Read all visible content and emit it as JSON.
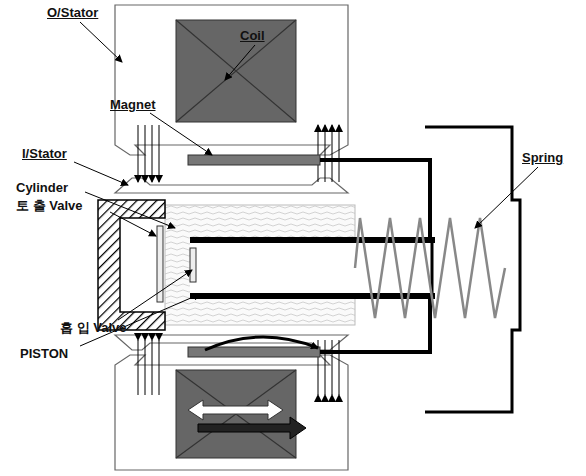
{
  "diagram": {
    "labels": [
      "O/Stator",
      "Coil",
      "Magnet",
      "I/Stator",
      "Cylinder",
      "토 출 Valve",
      "Spring",
      "흡 입 Valve",
      "PISTON"
    ]
  }
}
